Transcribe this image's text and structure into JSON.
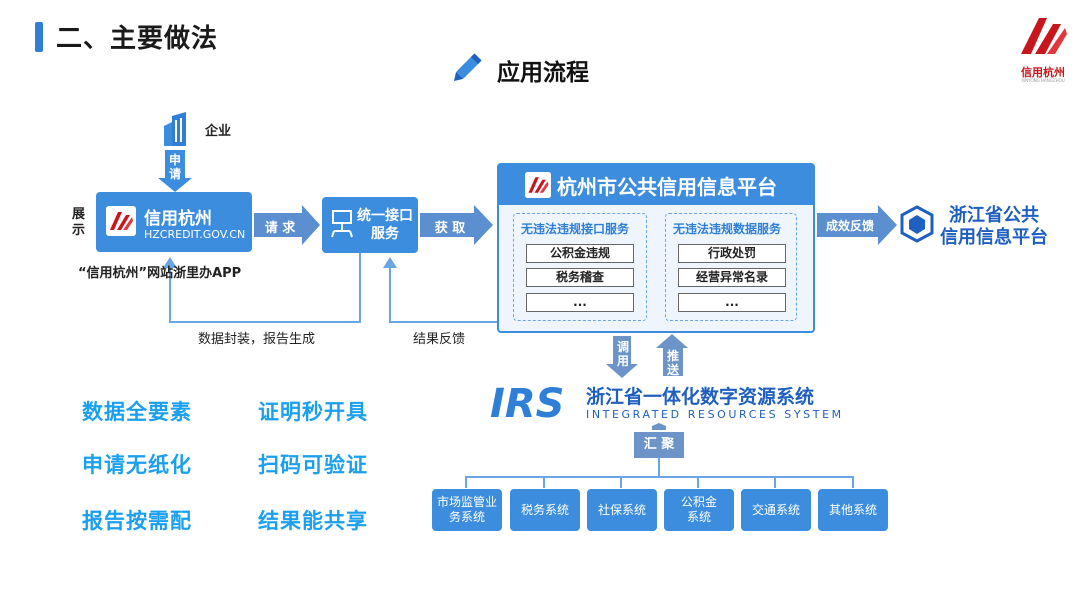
{
  "header": {
    "title": "二、主要做法",
    "subtitle": "应用流程",
    "logo_text": "信用杭州",
    "logo_small": "XINYONG HANGZHOU"
  },
  "flow": {
    "enterprise": "企业",
    "apply": "申请",
    "display": "展示",
    "site_name": "信用杭州",
    "site_url": "HZCREDIT.GOV.CN",
    "site_caption": "“信用杭州”网站浙里办APP",
    "request": "请 求",
    "api_service": "统一接口服务",
    "fetch": "获 取",
    "feedback_arrow": "成效反馈",
    "data_package": "数据封装，报告生成",
    "result_feedback": "结果反馈",
    "call": "调用",
    "push": "推送",
    "converge": "汇 聚"
  },
  "platform": {
    "title": "杭州市公共信用信息平台",
    "left_title": "无违法违规接口服务",
    "left_items": [
      "公积金违规",
      "税务稽查",
      "..."
    ],
    "right_title": "无违法违规数据服务",
    "right_items": [
      "行政处罚",
      "经营异常名录",
      "..."
    ]
  },
  "zhejiang": {
    "line1": "浙江省公共",
    "line2": "信用信息平台"
  },
  "irs": {
    "logo": "IRS",
    "title": "浙江省一体化数字资源系统",
    "subtitle": "INTEGRATED RESOURCES SYSTEM"
  },
  "systems": [
    "市场监管业务系统",
    "税务系统",
    "社保系统",
    "公积金系统",
    "交通系统",
    "其他系统"
  ],
  "features": [
    "数据全要素",
    "证明秒开具",
    "申请无纸化",
    "扫码可验证",
    "报告按需配",
    "结果能共享"
  ],
  "colors": {
    "accent": "#3d8ddf",
    "feature": "#1aa0ee",
    "brand_red": "#c8161d"
  }
}
